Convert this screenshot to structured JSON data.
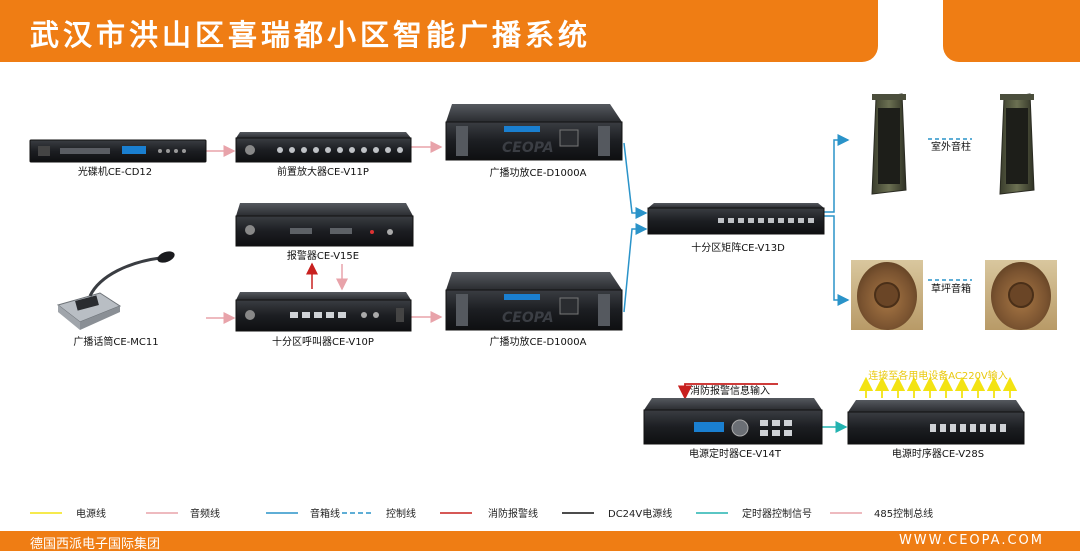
{
  "header": {
    "title": "武汉市洪山区喜瑞都小区智能广播系统"
  },
  "devices": {
    "cd": "光碟机CE-CD12",
    "preamp": "前置放大器CE-V11P",
    "alarm": "报警器CE-V15E",
    "mic": "广播话筒CE-MC11",
    "pager": "十分区呼叫器CE-V10P",
    "amp1": "广播功放CE-D1000A",
    "amp2": "广播功放CE-D1000A",
    "matrix": "十分区矩阵CE-V13D",
    "timer": "电源定时器CE-V14T",
    "sequencer": "电源时序器CE-V28S"
  },
  "speakers": {
    "outdoor": "室外音柱",
    "lawn": "草坪音箱"
  },
  "notes": {
    "fire_input": "消防报警信息输入",
    "power_input": "连接至各用电设备AC220V输入"
  },
  "legend": [
    {
      "label": "电源线",
      "color": "#f3e312"
    },
    {
      "label": "音频线",
      "color": "#e8a3aa"
    },
    {
      "label": "音箱线",
      "color": "#2a93c9"
    },
    {
      "label": "控制线",
      "color": "#2a93c9"
    },
    {
      "label": "消防报警线",
      "color": "#c8201f"
    },
    {
      "label": "DC24V电源线",
      "color": "#111111"
    },
    {
      "label": "定时器控制信号",
      "color": "#23b3b0"
    },
    {
      "label": "485控制总线",
      "color": "#e8a3aa"
    }
  ],
  "footer": {
    "company": "德国西派电子国际集团",
    "website": "WWW.CEOPA.COM"
  }
}
